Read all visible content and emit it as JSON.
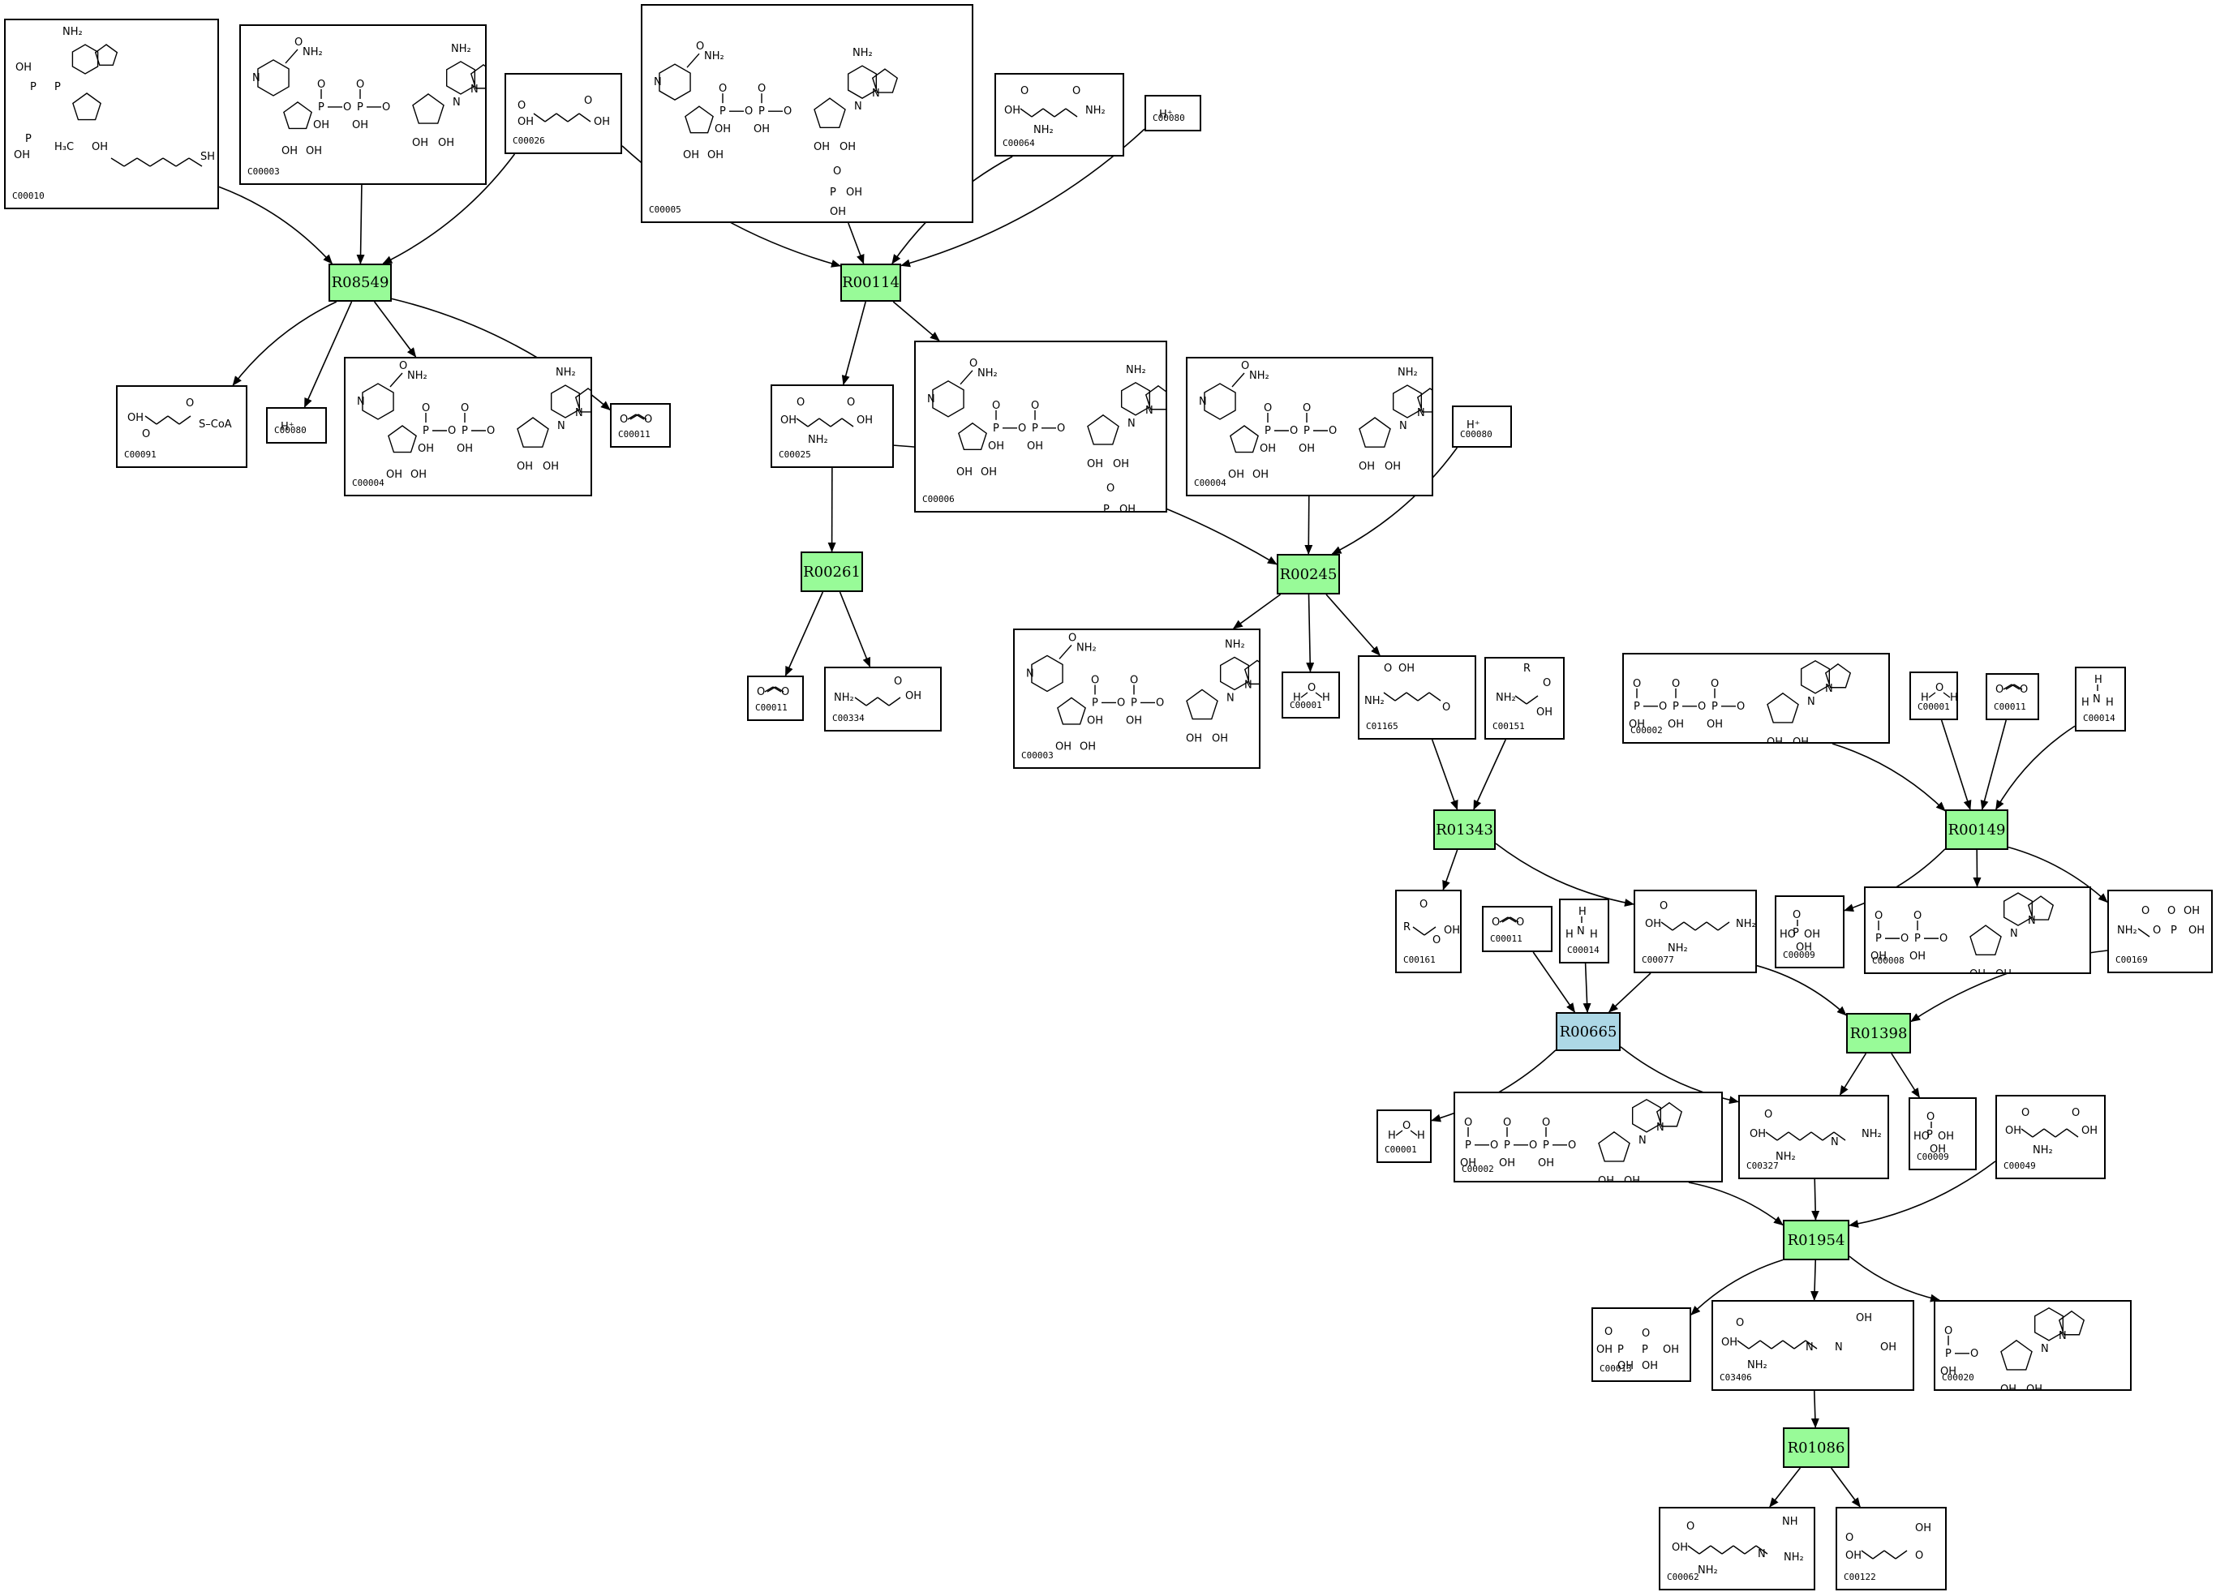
{
  "colors": {
    "reaction_fill": "#98fb98",
    "highlight_fill": "#add8e6",
    "line": "#000000",
    "box_border": "#000000"
  },
  "compounds": [
    {
      "id": "c1",
      "label": "C00010",
      "struct": "coa"
    },
    {
      "id": "c2",
      "label": "C00003",
      "struct": "nad"
    },
    {
      "id": "c3",
      "label": "C00026",
      "struct": "akg"
    },
    {
      "id": "c4",
      "label": "C00005",
      "struct": "nadph"
    },
    {
      "id": "c5",
      "label": "C00064",
      "struct": "gln"
    },
    {
      "id": "c6",
      "label": "C00080",
      "struct": "H+"
    },
    {
      "id": "c7",
      "label": "C00091",
      "struct": "succoa"
    },
    {
      "id": "c8",
      "label": "C00080",
      "struct": "H+"
    },
    {
      "id": "c9",
      "label": "C00004",
      "struct": "nadh"
    },
    {
      "id": "c10",
      "label": "C00011",
      "struct": "co2"
    },
    {
      "id": "c11",
      "label": "C00025",
      "struct": "glu"
    },
    {
      "id": "c12",
      "label": "C00006",
      "struct": "nadp"
    },
    {
      "id": "c13",
      "label": "C00004",
      "struct": "nadh"
    },
    {
      "id": "c14",
      "label": "C00080",
      "struct": "H+"
    },
    {
      "id": "c15",
      "label": "C00011",
      "struct": "co2"
    },
    {
      "id": "c16",
      "label": "C00334",
      "struct": "gaba"
    },
    {
      "id": "c17",
      "label": "C00003",
      "struct": "nad"
    },
    {
      "id": "c18",
      "label": "C00001",
      "struct": "h2o"
    },
    {
      "id": "c19",
      "label": "C01165",
      "struct": "gsa"
    },
    {
      "id": "c20",
      "label": "C00151",
      "struct": "aa"
    },
    {
      "id": "c21",
      "label": "C00002",
      "struct": "atp"
    },
    {
      "id": "c22",
      "label": "C00001",
      "struct": "h2o"
    },
    {
      "id": "c23",
      "label": "C00011",
      "struct": "co2"
    },
    {
      "id": "c24",
      "label": "C00014",
      "struct": "nh3"
    },
    {
      "id": "c25",
      "label": "C00161",
      "struct": "ketoacid"
    },
    {
      "id": "c26",
      "label": "C00011",
      "struct": "co2"
    },
    {
      "id": "c27",
      "label": "C00014",
      "struct": "nh3"
    },
    {
      "id": "c28",
      "label": "C00077",
      "struct": "orn"
    },
    {
      "id": "c29",
      "label": "C00009",
      "struct": "pi"
    },
    {
      "id": "c30",
      "label": "C00008",
      "struct": "adp"
    },
    {
      "id": "c31",
      "label": "C00169",
      "struct": "carbp"
    },
    {
      "id": "c32",
      "label": "C00001",
      "struct": "h2o"
    },
    {
      "id": "c33",
      "label": "C00002",
      "struct": "atp"
    },
    {
      "id": "c34",
      "label": "C00327",
      "struct": "cit"
    },
    {
      "id": "c35",
      "label": "C00009",
      "struct": "pi"
    },
    {
      "id": "c36",
      "label": "C00049",
      "struct": "asp"
    },
    {
      "id": "c37",
      "label": "C00013",
      "struct": "ppi"
    },
    {
      "id": "c38",
      "label": "C03406",
      "struct": "argsuc"
    },
    {
      "id": "c39",
      "label": "C00020",
      "struct": "amp"
    },
    {
      "id": "c40",
      "label": "C00062",
      "struct": "arg"
    },
    {
      "id": "c41",
      "label": "C00122",
      "struct": "fum"
    }
  ],
  "reactions": [
    {
      "id": "r1",
      "label": "R08549",
      "highlight": false
    },
    {
      "id": "r2",
      "label": "R00114",
      "highlight": false
    },
    {
      "id": "r3",
      "label": "R00261",
      "highlight": false
    },
    {
      "id": "r4",
      "label": "R00245",
      "highlight": false
    },
    {
      "id": "r5",
      "label": "R01343",
      "highlight": false
    },
    {
      "id": "r6",
      "label": "R00149",
      "highlight": false
    },
    {
      "id": "r7",
      "label": "R00665",
      "highlight": true
    },
    {
      "id": "r8",
      "label": "R01398",
      "highlight": false
    },
    {
      "id": "r9",
      "label": "R01954",
      "highlight": false
    },
    {
      "id": "r10",
      "label": "R01086",
      "highlight": false
    }
  ],
  "edges": [
    [
      "c1",
      "r1"
    ],
    [
      "c2",
      "r1"
    ],
    [
      "c3",
      "r1"
    ],
    [
      "r1",
      "c7"
    ],
    [
      "r1",
      "c8"
    ],
    [
      "r1",
      "c9"
    ],
    [
      "r1",
      "c10"
    ],
    [
      "c3",
      "r2"
    ],
    [
      "c4",
      "r2"
    ],
    [
      "c5",
      "r2"
    ],
    [
      "c6",
      "r2"
    ],
    [
      "r2",
      "c11"
    ],
    [
      "r2",
      "c12"
    ],
    [
      "c11",
      "r3"
    ],
    [
      "r3",
      "c15"
    ],
    [
      "r3",
      "c16"
    ],
    [
      "c11",
      "r4"
    ],
    [
      "c13",
      "r4"
    ],
    [
      "c14",
      "r4"
    ],
    [
      "r4",
      "c17"
    ],
    [
      "r4",
      "c18"
    ],
    [
      "r4",
      "c19"
    ],
    [
      "c19",
      "r5"
    ],
    [
      "c20",
      "r5"
    ],
    [
      "r5",
      "c25"
    ],
    [
      "r5",
      "c28"
    ],
    [
      "c21",
      "r6"
    ],
    [
      "c22",
      "r6"
    ],
    [
      "c23",
      "r6"
    ],
    [
      "c24",
      "r6"
    ],
    [
      "r6",
      "c29"
    ],
    [
      "r6",
      "c30"
    ],
    [
      "r6",
      "c31"
    ],
    [
      "c26",
      "r7"
    ],
    [
      "c27",
      "r7"
    ],
    [
      "c28",
      "r7"
    ],
    [
      "r7",
      "c32"
    ],
    [
      "r7",
      "c34"
    ],
    [
      "c28",
      "r8"
    ],
    [
      "c31",
      "r8"
    ],
    [
      "r8",
      "c34"
    ],
    [
      "r8",
      "c35"
    ],
    [
      "c33",
      "r9"
    ],
    [
      "c34",
      "r9"
    ],
    [
      "c36",
      "r9"
    ],
    [
      "r9",
      "c37"
    ],
    [
      "r9",
      "c38"
    ],
    [
      "r9",
      "c39"
    ],
    [
      "c38",
      "r10"
    ],
    [
      "r10",
      "c40"
    ],
    [
      "r10",
      "c41"
    ]
  ],
  "structure_text": {
    "H+": "H⁺",
    "h2o_h": "H",
    "h2o_o": "O",
    "nh3_n": "N",
    "nh3_h": "H",
    "coa": "CoA",
    "oh": "OH",
    "nh2": "NH₂",
    "nh": "NH",
    "p": "P",
    "o": "O",
    "n": "N",
    "r": "R",
    "h3c": "H₃C"
  }
}
